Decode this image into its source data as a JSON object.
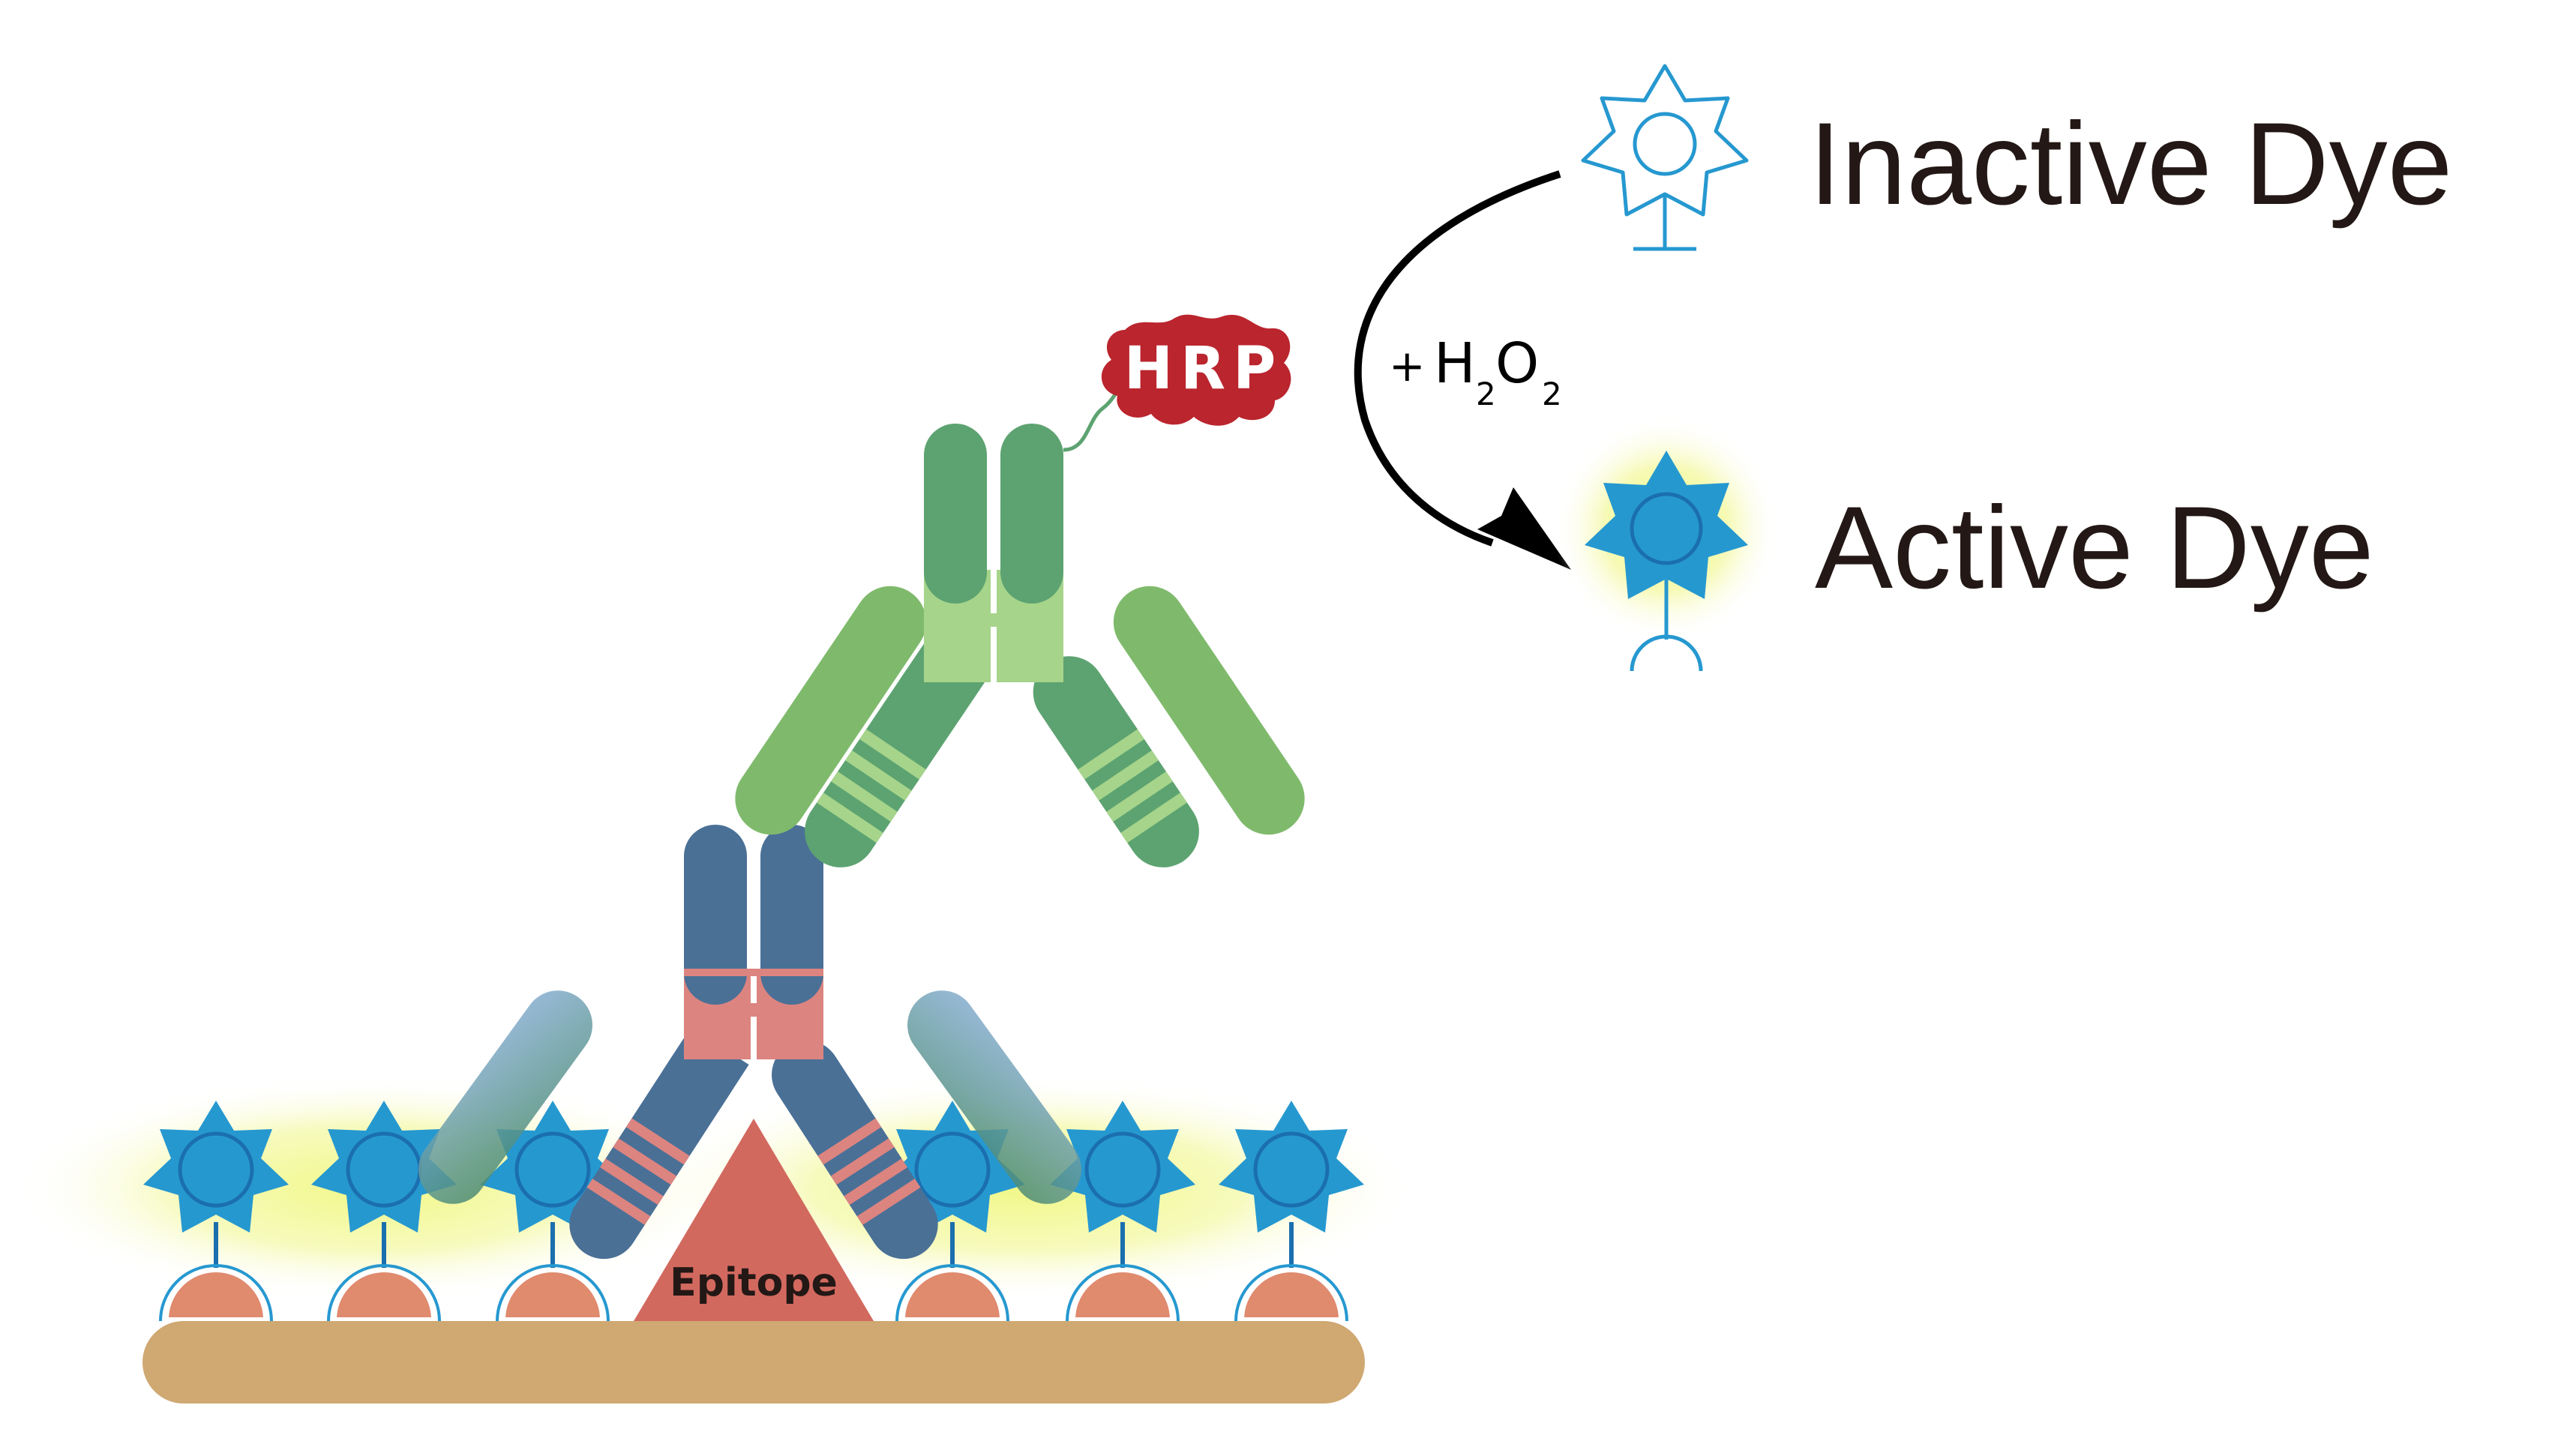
{
  "labels": {
    "inactive_dye": "Inactive Dye",
    "active_dye": "Active Dye",
    "enzyme": "HRP",
    "reagent_prefix": "+",
    "reagent_h": "H",
    "reagent_sub1": "2",
    "reagent_o": "O",
    "reagent_sub2": "2",
    "epitope": "Epitope"
  },
  "colors": {
    "secondary_antibody_dark": "#5da371",
    "secondary_antibody_light": "#7fba6c",
    "secondary_antibody_stripe": "#a6d48b",
    "primary_antibody_dark": "#4a7096",
    "primary_antibody_light": "#86aed2",
    "primary_antibody_hinge": "#dc8480",
    "hrp": "#ba252e",
    "dye_blue": "#2698d0",
    "dye_outline": "#1b6fae",
    "glow": "#eef58a",
    "epitope": "#d2695f",
    "surface": "#cfa872",
    "anchor": "#e08a6e"
  },
  "icons": {
    "inactive_dye": "star-outline-icon",
    "active_dye": "star-filled-icon"
  },
  "surface_dye_count": 6
}
